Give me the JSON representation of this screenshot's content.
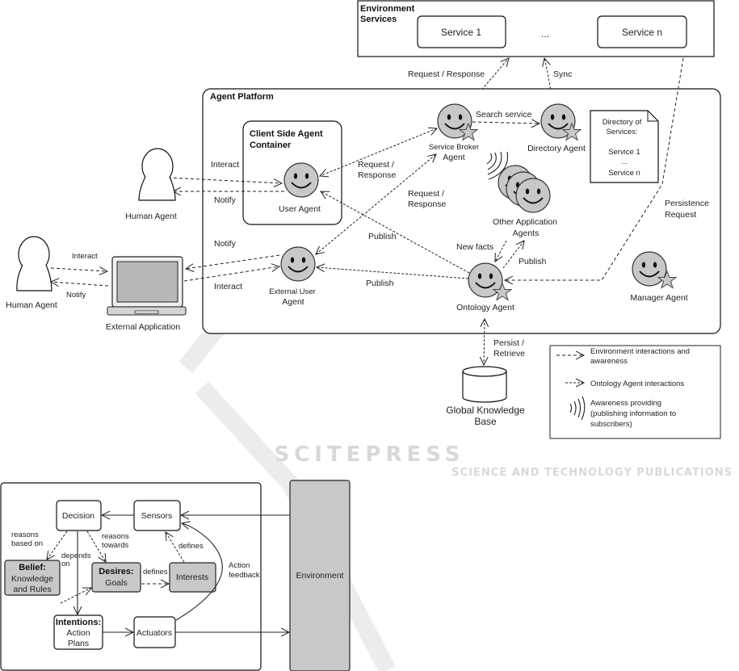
{
  "watermark": {
    "main": "SCITEPRESS",
    "sub": "SCIENCE AND TECHNOLOGY PUBLICATIONS"
  },
  "environment_services": {
    "title_line1": "Environment",
    "title_line2": "Services",
    "service_1": "Service 1",
    "ellipsis": "...",
    "service_n": "Service n"
  },
  "top_links": {
    "request_response": "Request / Response",
    "sync": "Sync"
  },
  "agent_platform": {
    "title": "Agent Platform",
    "container_title_line1": "Client Side Agent",
    "container_title_line2": "Container",
    "user_agent": "User Agent",
    "service_broker_line1": "Service Broker",
    "service_broker_line2": "Agent",
    "directory_agent": "Directory Agent",
    "search_service": "Search service",
    "directory_doc": {
      "line1": "Directory of",
      "line2": "Services:",
      "line3": "Service 1",
      "line4": "...",
      "line5": "Service n"
    },
    "other_agents_line1": "Other Application",
    "other_agents_line2": "Agents",
    "external_user_line1": "External User",
    "external_user_line2": "Agent",
    "ontology_agent": "Ontology Agent",
    "manager_agent": "Manager Agent",
    "persistence_line1": "Persistence",
    "persistence_line2": "Request",
    "req_resp_1_line1": "Request /",
    "req_resp_1_line2": "Response",
    "req_resp_2_line1": "Request /",
    "req_resp_2_line2": "Response",
    "publish_1": "Publish",
    "publish_2": "Publish",
    "publish_3": "Publish",
    "new_facts": "New facts",
    "interact_1": "Interact",
    "notify_1": "Notify",
    "notify_2": "Notify",
    "interact_2": "Interact"
  },
  "outside": {
    "human_agent_1": "Human Agent",
    "human_agent_2": "Human Agent",
    "interact": "Interact",
    "notify": "Notify",
    "external_application": "External Application"
  },
  "knowledge_base": {
    "persist_line1": "Persist /",
    "persist_line2": "Retrieve",
    "label_line1": "Global Knowledge",
    "label_line2": "Base"
  },
  "legend": {
    "env_line1": "Environment interactions and",
    "env_line2": "awareness",
    "ontology": "Ontology Agent interactions",
    "aware_line1": "Awareness providing",
    "aware_line2": "(publishing information to",
    "aware_line3": "subscribers)"
  },
  "bdi": {
    "decision": "Decision",
    "sensors": "Sensors",
    "belief_title": "Belief:",
    "belief_line2": "Knowledge",
    "belief_line3": "and Rules",
    "desires_title": "Desires:",
    "desires_line2": "Goals",
    "interests": "Interests",
    "intentions_title": "Intentions:",
    "intentions_line2": "Action",
    "intentions_line3": "Plans",
    "actuators": "Actuators",
    "environment": "Environment",
    "reasons_based_line1": "reasons",
    "reasons_based_line2": "based on",
    "reasons_towards_line1": "reasons",
    "reasons_towards_line2": "towards",
    "depends_line1": "depends",
    "depends_line2": "on",
    "defines_1": "defines",
    "defines_2": "defines",
    "action_feedback_line1": "Action",
    "action_feedback_line2": "feedback"
  }
}
